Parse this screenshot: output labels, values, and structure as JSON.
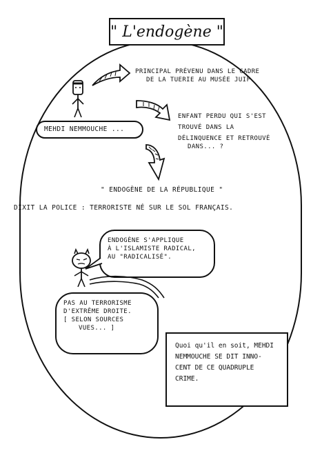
{
  "title": "\" L'endogène \"",
  "name_box": "MEHDI NEMMOUCHE ...",
  "caption_1": [
    "PRINCIPAL PRÉVENU DANS LE CADRE",
    "DE LA TUERIE AU MUSÉE JUIF"
  ],
  "caption_2": [
    "ENFANT PERDU QUI S'EST",
    "TROUVÉ DANS LA",
    "DÉLINQUENCE ET RETROUVÉ",
    "DANS... ?"
  ],
  "quote_line": "\" ENDOGÈNE DE LA RÉPUBLIQUE \"",
  "police_line": "DIXIT LA POLICE : TERRORISTE NÉ SUR LE SOL FRANÇAIS.",
  "bubble_1": [
    "ENDOGÈNE S'APPLIQUE",
    "À L'ISLAMISTE RADICAL,",
    "AU \"RADICALISÉ\"."
  ],
  "bubble_2": [
    "PAS AU TERRORISME",
    "D'EXTRÊME DROITE.",
    "[ SELON SOURCES",
    "VUES... ]"
  ],
  "note_box": [
    "Quoi qu'il en soit, MEHDI",
    "NEMMOUCHE SE DIT INNO-",
    "CENT DE CE QUADRUPLE",
    "CRIME."
  ]
}
